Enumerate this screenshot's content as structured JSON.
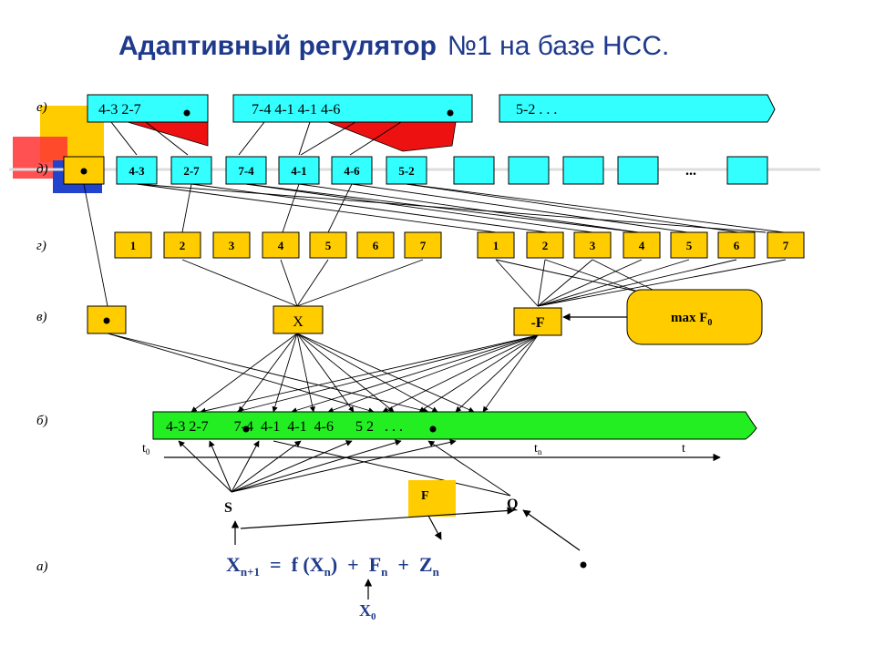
{
  "title": {
    "bold_part": "Адаптивный регулятор",
    "normal_part": "№1 на базе НСС."
  },
  "row_labels": {
    "e": "е)",
    "d": "д)",
    "g": "г)",
    "v": "в)",
    "b": "б)",
    "a": "а)"
  },
  "row_e": {
    "banner1": "4-3  2-7",
    "banner2": "7-4   4-1   4-1   4-6",
    "banner3": "5-2 . . ."
  },
  "row_d": {
    "cells": [
      "4-3",
      "2-7",
      "7-4",
      "4-1",
      "4-6",
      "5-2"
    ],
    "ellipsis": "..."
  },
  "row_g": {
    "left": [
      "1",
      "2",
      "3",
      "4",
      "5",
      "6",
      "7"
    ],
    "right": [
      "1",
      "2",
      "3",
      "4",
      "5",
      "6",
      "7"
    ]
  },
  "row_v": {
    "x_label": "X",
    "f_label": "-F",
    "max_label": "max F",
    "max_sub": "0"
  },
  "row_b": {
    "sequence": "4-3 2-7       7-4  4-1  4-1  4-6      5 2   . . .",
    "t0": "t",
    "t0_sub": "0",
    "tn": "t",
    "tn_sub": "n",
    "t": "t"
  },
  "bottom": {
    "s": "S",
    "q": "Q",
    "f_box": "F"
  },
  "formula": {
    "x": "X",
    "sub_n1": "n+1",
    "eq": "=  f (X",
    "sub_n": "n",
    "plus_f": ")  +  F",
    "sub_fn": "n",
    "plus_z": "  +  Z",
    "sub_zn": "n"
  },
  "x0": {
    "x": "X",
    "sub": "0"
  }
}
